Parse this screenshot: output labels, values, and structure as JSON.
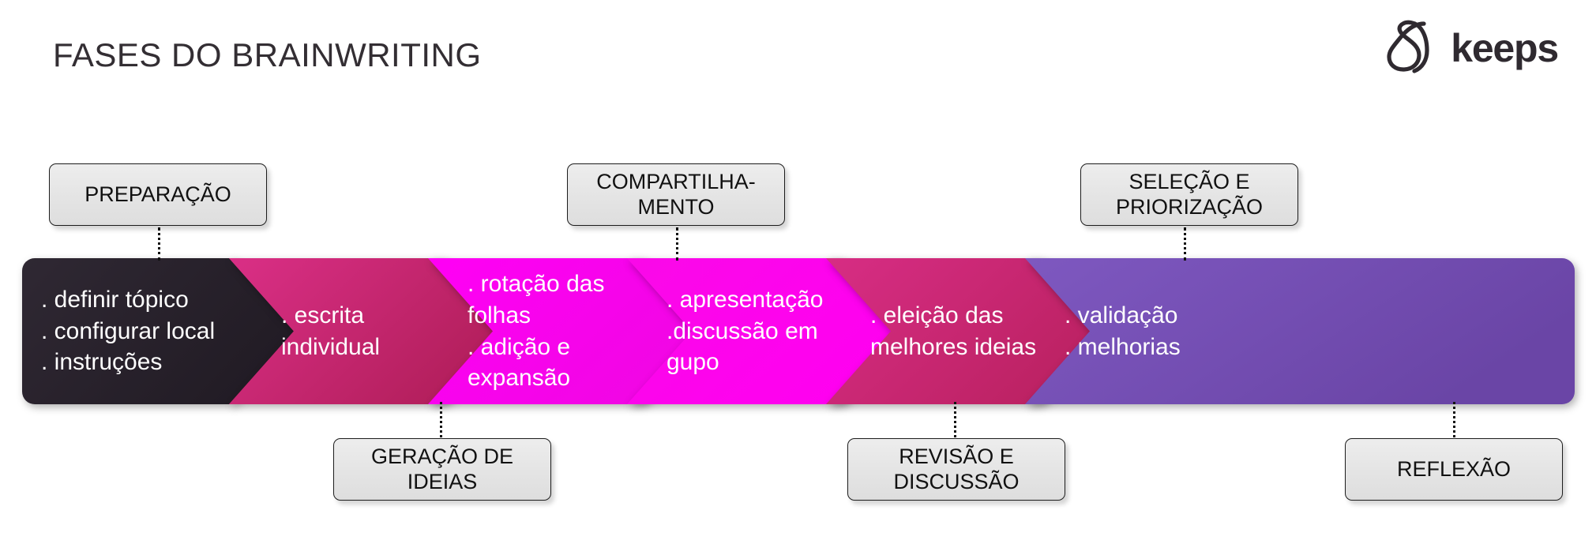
{
  "header": {
    "title": "FASES DO BRAINWRITING",
    "brand": "keeps",
    "brand_mark": "keeps-knot-logo",
    "title_color": "#332E33"
  },
  "flow": {
    "steps": [
      {
        "id": "preparacao",
        "label": "PREPARAÇÃO",
        "label_position": "top",
        "body": ". definir tópico\n. configurar local\n. instruções",
        "color_start": "#2D2630",
        "color_end": "#231D26",
        "text_color": "#FFFFFF"
      },
      {
        "id": "geracao-de-ideias",
        "label": "GERAÇÃO DE IDEIAS",
        "label_position": "bottom",
        "body": ". escrita\nindividual",
        "color_start": "#D62B80",
        "color_end": "#B8215F",
        "text_color": "#FFFFFF"
      },
      {
        "id": "compartilhamento",
        "label": "COMPARTILHA-\nMENTO",
        "label_position": "top",
        "body": ". rotação das\nfolhas\n. adição e\nexpansão",
        "color_start": "#FF00F0",
        "color_end": "#F507E8",
        "text_color": "#FFFFFF"
      },
      {
        "id": "revisao-e-discussao",
        "label": "REVISÃO E\nDISCUSSÃO",
        "label_position": "bottom",
        "body": ". apresentação\n.discussão em\ngupo",
        "color_start": "#F90AE6",
        "color_end": "#FF00F0",
        "text_color": "#FFFFFF"
      },
      {
        "id": "selecao-e-priorizacao",
        "label": "SELEÇÃO E\nPRIORIZAÇÃO",
        "label_position": "top",
        "body": ". eleição das\nmelhores ideias",
        "color_start": "#D32C81",
        "color_end": "#C02464",
        "text_color": "#FFFFFF"
      },
      {
        "id": "reflexao",
        "label": "REFLEXÃO",
        "label_position": "bottom",
        "body": ". validação\n. melhorias",
        "color_start": "#7B55BC",
        "color_end": "#6A46A8",
        "text_color": "#FFFFFF"
      }
    ]
  }
}
